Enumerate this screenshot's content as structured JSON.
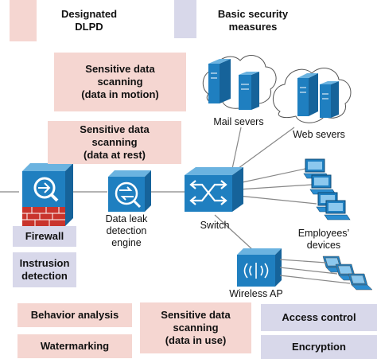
{
  "legend": {
    "dlpd": "Designated\nDLPD",
    "basic": "Basic security\nmeasures"
  },
  "boxes": {
    "scan_motion": "Sensitive data\nscanning\n(data in motion)",
    "scan_rest": "Sensitive data\nscanning\n(data at rest)",
    "firewall": "Firewall",
    "intrusion": "Instrusion\ndetection",
    "behavior": "Behavior analysis",
    "watermarking": "Watermarking",
    "scan_use": "Sensitive data\nscanning\n(data in use)",
    "access": "Access control",
    "encryption": "Encryption"
  },
  "labels": {
    "dlde": "Data leak\ndetection\nengine",
    "switch": "Switch",
    "mail": "Mail severs",
    "web": "Web severs",
    "employees": "Employees’\ndevices",
    "wireless": "Wireless AP"
  },
  "colors": {
    "dlpd": "#f5d6d1",
    "basic": "#d8d8ea",
    "device_blue": "#1f7fc0",
    "firewall_red": "#c9342c"
  },
  "icons": [
    "firewall-icon",
    "dlde-icon",
    "switch-icon",
    "mail-server-icon",
    "web-server-icon",
    "employee-device-icon",
    "wireless-ap-icon",
    "laptop-icon"
  ]
}
